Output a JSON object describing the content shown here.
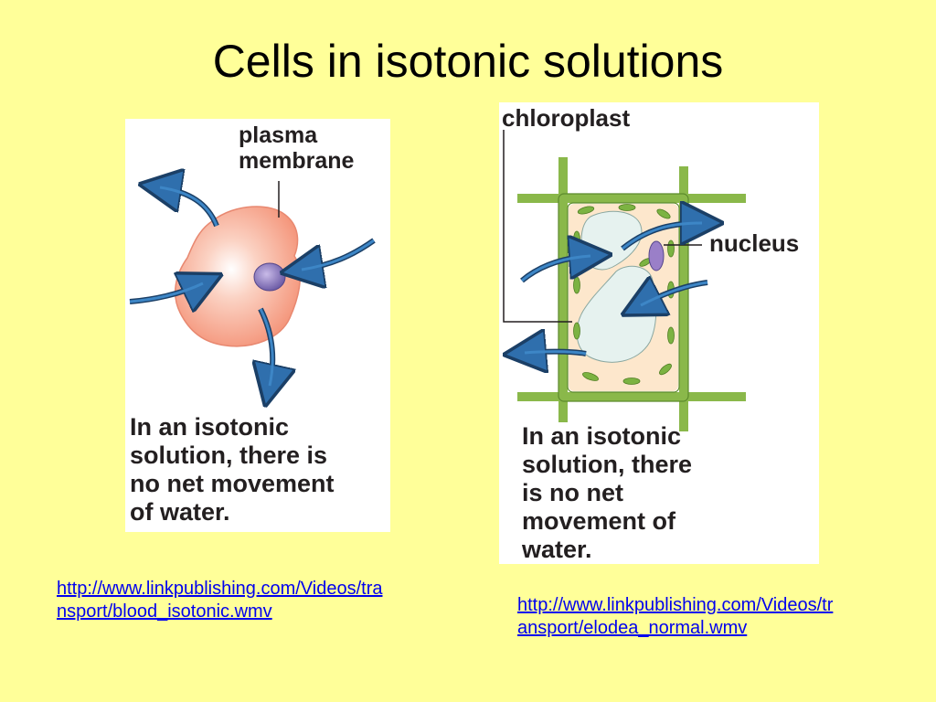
{
  "slide": {
    "title": "Cells in isotonic solutions"
  },
  "animal_cell": {
    "label_line1": "plasma",
    "label_line2": "membrane",
    "caption_line1": "In an isotonic",
    "caption_line2": "solution, there is",
    "caption_line3": "no net movement",
    "caption_line4": "of water.",
    "link_text": "http://www.linkpublishing.com/Videos/transport/blood_isotonic.wmv"
  },
  "plant_cell": {
    "label_chloroplast": "chloroplast",
    "label_nucleus": "nucleus",
    "caption_line1": "In an isotonic",
    "caption_line2": "solution, there",
    "caption_line3": "is no net",
    "caption_line4": "movement of",
    "caption_line5": "water.",
    "link_text": "http://www.linkpublishing.com/Videos/transport/elodea_normal.wmv"
  },
  "colors": {
    "background": "#ffff99",
    "arrow": "#2f6fad",
    "cell_wall": "#8ab84a",
    "blood_cell": "#f6a48e",
    "nucleus": "#9a88c8",
    "link": "#0000ee"
  }
}
